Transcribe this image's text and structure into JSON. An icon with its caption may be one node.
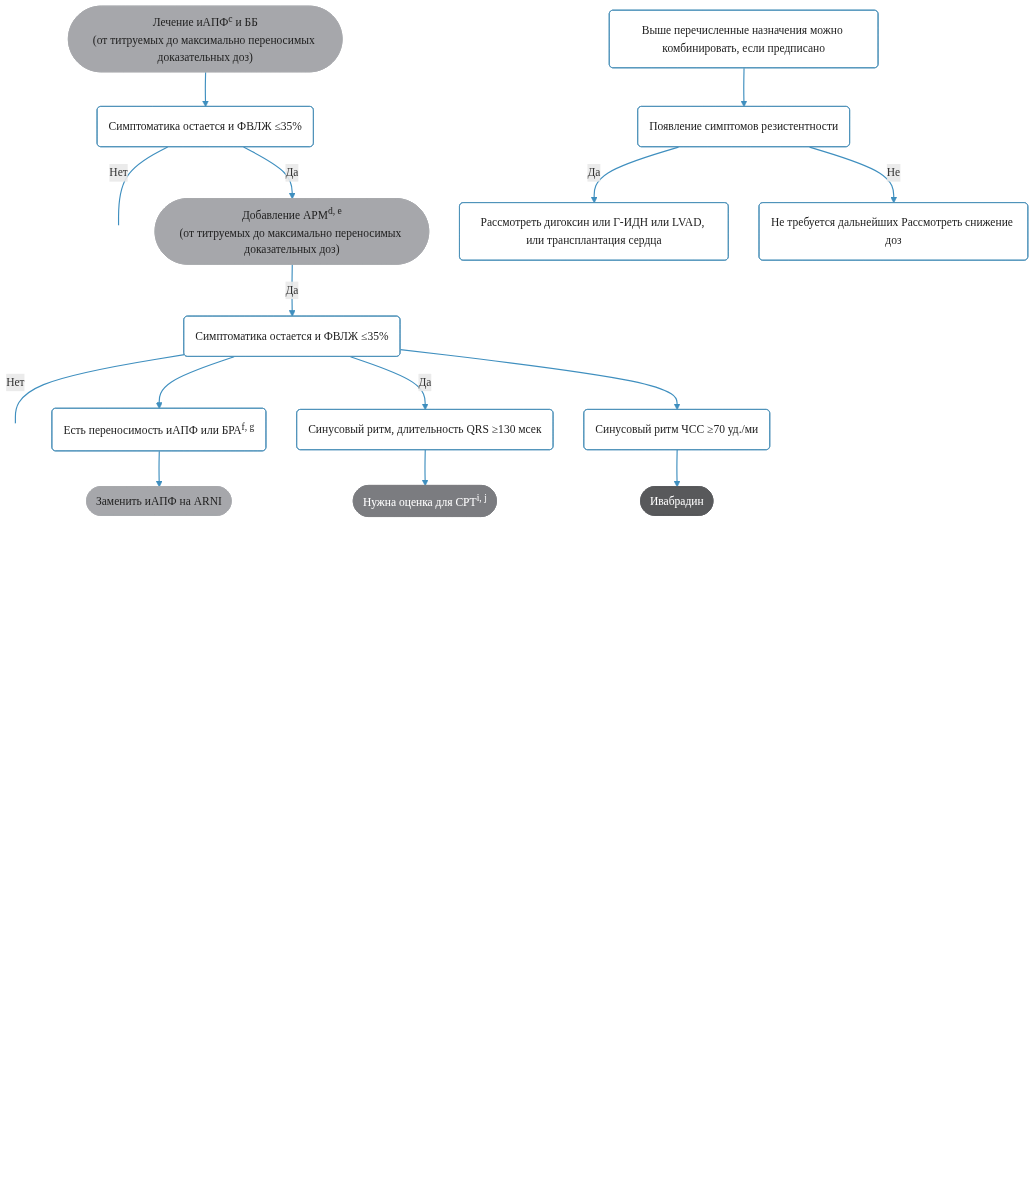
{
  "diagram": {
    "nodes": [
      {
        "text": [
          "Лечение иАПФ$^{c}$ и ББ",
          "(от титруемых до максимально переносимых доказательных доз)"
        ]
      },
      {
        "text": [
          "Симптоматика остается и ФВЛЖ ≤35%"
        ]
      },
      {
        "text": [
          "Добавление АРМ$^{d, e}$",
          "(от титруемых до максимально переносимых доказательных доз)"
        ]
      },
      {
        "text": [
          "Симптоматика остается и ФВЛЖ ≤35%"
        ]
      },
      {
        "text": [
          "Есть переносимость иАПФ или БРА$^{f, g}$"
        ]
      },
      {
        "text": [
          "Синусовый ритм, длительность QRS ≥130 мсек"
        ]
      },
      {
        "text": [
          "Синусовый ритм ЧСС ≥70 уд./ми"
        ]
      },
      {
        "text": [
          "Заменить иАПФ на ARNI"
        ]
      },
      {
        "text": [
          "Нужна оценка для СРТ$^{i, j}$"
        ]
      },
      {
        "text": [
          "Ивабрадин"
        ]
      },
      {
        "text": [
          "Выше перечисленные назначения можно комбинировать, если предписано"
        ]
      },
      {
        "text": [
          "Появление симптомов резистентности"
        ]
      },
      {
        "text": [
          "Рассмотреть дигоксин или Г-ИДН или LVAD, или трансплантация сердца"
        ]
      },
      {
        "text": [
          "Не требуется дальнейших Рассмотреть снижение доз"
        ]
      }
    ],
    "edges": [
      {
        "from": 0,
        "to": 1,
        "arrow": "to"
      },
      {
        "from": 1,
        "to": null,
        "arrow": "none",
        "label": "Нет"
      },
      {
        "from": 1,
        "to": 2,
        "arrow": "to",
        "label": "Да"
      },
      {
        "from": 2,
        "to": 3,
        "arrow": "to",
        "label": "Да"
      },
      {
        "from": 3,
        "to": null,
        "arrow": "none",
        "label": "Нет"
      },
      {
        "from": 3,
        "to": 4,
        "arrow": "to"
      },
      {
        "from": 3,
        "to": 5,
        "arrow": "to",
        "label": "Да"
      },
      {
        "from": 3,
        "to": 6,
        "arrow": "to"
      },
      {
        "from": 4,
        "to": 7,
        "arrow": "to"
      },
      {
        "from": 5,
        "to": 8,
        "arrow": "to"
      },
      {
        "from": 6,
        "to": 9,
        "arrow": "to"
      },
      {
        "from": 10,
        "to": 11,
        "arrow": "to"
      },
      {
        "from": 11,
        "to": 12,
        "arrow": "to",
        "label": "Да"
      },
      {
        "from": 11,
        "to": 13,
        "arrow": "to",
        "label": "Не"
      }
    ]
  }
}
